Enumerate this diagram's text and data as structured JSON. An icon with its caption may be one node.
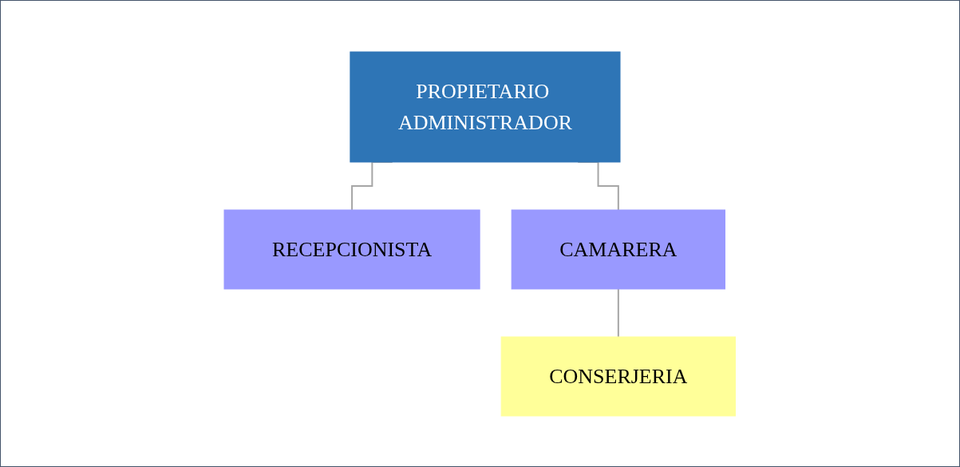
{
  "diagram": {
    "nodes": [
      {
        "text": [
          "PROPIETARIO ADMINISTRADOR"
        ]
      },
      {
        "text": [
          "RECEPCIONISTA"
        ]
      },
      {
        "text": [
          "CAMARERA"
        ]
      },
      {
        "text": [
          "CONSERJERIA"
        ]
      }
    ],
    "edges": [
      {
        "from": 0,
        "to": 1,
        "arrow": "none"
      },
      {
        "from": 0,
        "to": 2,
        "arrow": "none"
      },
      {
        "from": 2,
        "to": 3,
        "arrow": "none"
      }
    ]
  }
}
